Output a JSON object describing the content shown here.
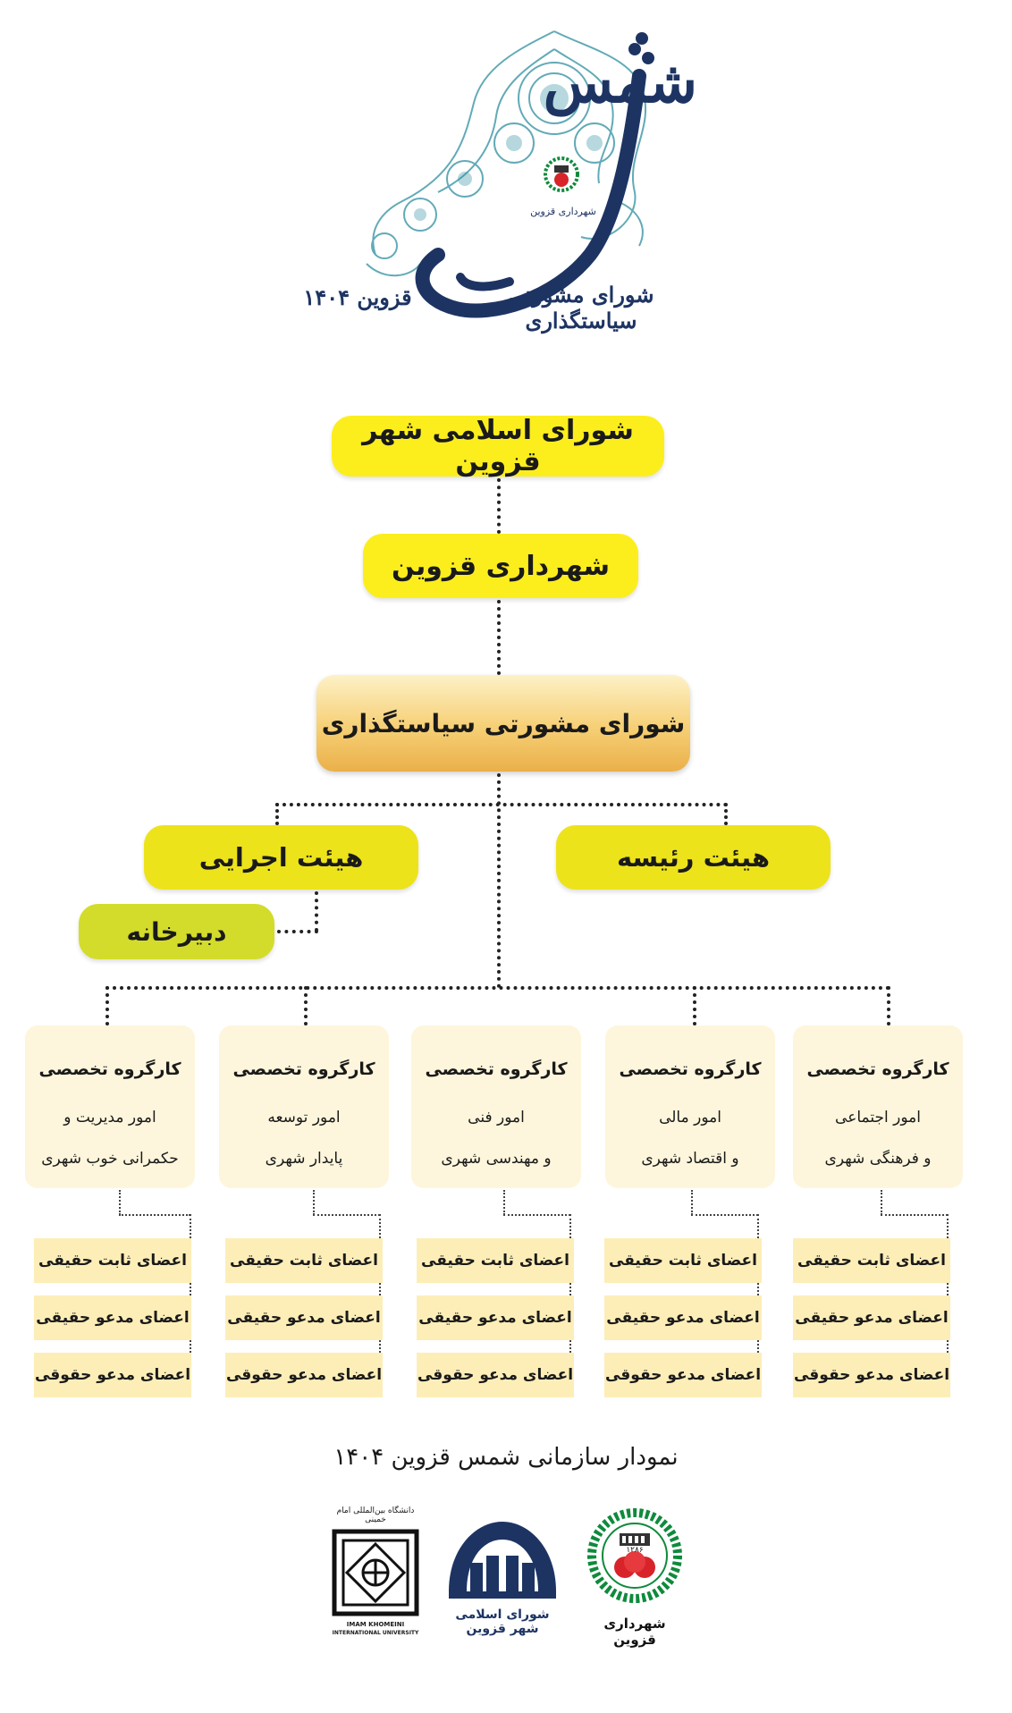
{
  "logo": {
    "main_word": "شمس",
    "subtitle": "شورای مشورتی سیاستگذاری",
    "city_year": "قزوین ۱۴۰۴",
    "emblem_text": "شهرداری قزوین"
  },
  "chart": {
    "council": "شورای اسلامی شهر قزوین",
    "municipality": "شهرداری قزوین",
    "advisory_council": "شورای مشورتی سیاستگذاری",
    "executive_board": "هیئت اجرایی",
    "presidium": "هیئت رئیسه",
    "secretariat": "دبیرخانه",
    "groups": [
      {
        "title": "کارگروه تخصصی",
        "line1": "امور اجتماعی",
        "line2": "و فرهنگی شهری"
      },
      {
        "title": "کارگروه تخصصی",
        "line1": "امور مالی",
        "line2": "و اقتصاد شهری"
      },
      {
        "title": "کارگروه تخصصی",
        "line1": "امور فنی",
        "line2": "و مهندسی شهری"
      },
      {
        "title": "کارگروه تخصصی",
        "line1": "امور توسعه",
        "line2": "پایدار شهری"
      },
      {
        "title": "کارگروه تخصصی",
        "line1": "امور مدیریت و",
        "line2": "حکمرانی خوب شهری"
      }
    ],
    "members": [
      "اعضای ثابت حقیقی",
      "اعضای مدعو حقیقی",
      "اعضای مدعو حقوقی"
    ]
  },
  "caption": "نمودار سازمانی شمس قزوین ۱۴۰۴",
  "footer": {
    "municipality_label": "شهرداری قزوین",
    "municipality_year": "۱۲۸۶",
    "council_label": "شورای اسلامی شهر قزوین",
    "university_fa": "دانشگاه بین‌المللی امام خمینی",
    "university_en_1": "IMAM KHOMEINI",
    "university_en_2": "INTERNATIONAL UNIVERSITY"
  },
  "colors": {
    "navy": "#1d3463",
    "teal": "#2e8ea0",
    "yellow": "#fcee1d",
    "gold": "#f6cf74",
    "cream": "#fdf6dc",
    "member": "#fdeeb8",
    "red": "#d8232a",
    "green": "#0f8a3c"
  }
}
